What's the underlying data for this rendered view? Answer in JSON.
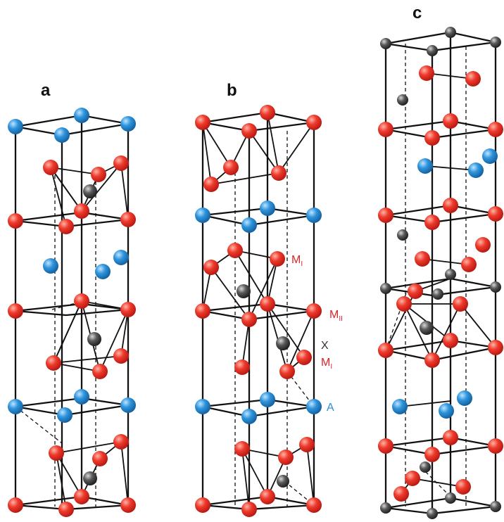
{
  "colors": {
    "M_atom": "#e8312a",
    "A_atom": "#2b8fd8",
    "X_atom": "#555555",
    "M_label": "#d8252a",
    "A_label": "#2b8fd8",
    "X_label": "#333333",
    "bond": "#111111"
  },
  "panels": {
    "a": {
      "label": "a"
    },
    "b": {
      "label": "b",
      "site_labels": {
        "m1_top": {
          "main": "M",
          "sub": "I"
        },
        "m2": {
          "main": "M",
          "sub": "II"
        },
        "x": {
          "main": "X"
        },
        "m1_bottom": {
          "main": "M",
          "sub": "I"
        },
        "a": {
          "main": "A"
        }
      }
    },
    "c": {
      "label": "c"
    }
  }
}
